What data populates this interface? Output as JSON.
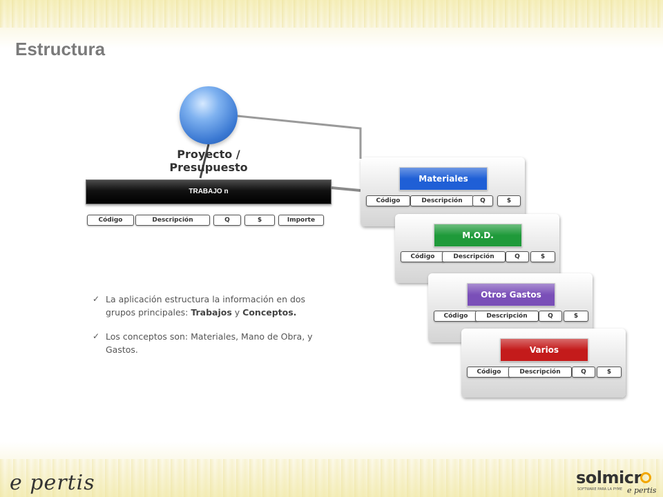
{
  "title": "Estructura",
  "project": {
    "label": "Proyecto / Presupuesto"
  },
  "trabajo": {
    "label": "TRABAJO n",
    "fields": [
      "Código",
      "Descripción",
      "Q",
      "$",
      "Importe"
    ]
  },
  "concepts": [
    {
      "label": "Materiales",
      "fields": [
        "Código",
        "Descripción",
        "Q",
        "$"
      ],
      "color": "#1f5fd6"
    },
    {
      "label": "M.O.D.",
      "fields": [
        "Código",
        "Descripción",
        "Q",
        "$"
      ],
      "color": "#1f9a3a"
    },
    {
      "label": "Otros Gastos",
      "fields": [
        "Código",
        "Descripción",
        "Q",
        "$"
      ],
      "color": "#7a4fb8"
    },
    {
      "label": "Varios",
      "fields": [
        "Código",
        "Descripción",
        "Q",
        "$"
      ],
      "color": "#c41b1b"
    }
  ],
  "bullets": {
    "b1_prefix": "La aplicación estructura la información en dos grupos principales: ",
    "b1_bold1": "Trabajos",
    "b1_mid": " y ",
    "b1_bold2": "Conceptos.",
    "b2": "Los conceptos son: Materiales, Mano de Obra, y Gastos."
  },
  "footer": {
    "brand_left": "e pertis",
    "brand_right_name": "solmicr",
    "brand_right_tag": "SOFTWARE PARA LA PYME",
    "brand_right_sub": "e pertis"
  },
  "icons": {
    "bullet": "check-icon",
    "project": "sphere-icon"
  }
}
